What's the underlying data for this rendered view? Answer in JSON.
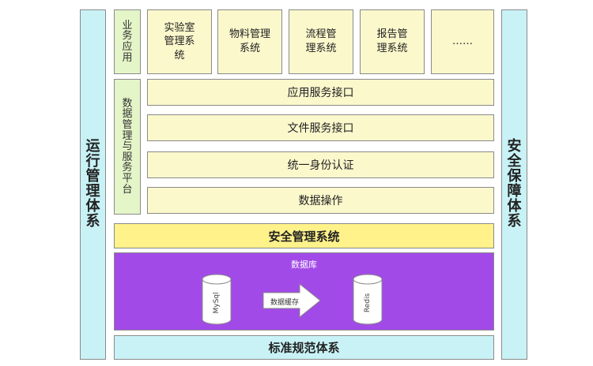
{
  "left_column": {
    "label": "运行管理体系",
    "chars": [
      "运",
      "行",
      "管",
      "理",
      "体",
      "系"
    ]
  },
  "right_column": {
    "label": "安全保障体系",
    "chars": [
      "安",
      "全",
      "保",
      "障",
      "体",
      "系"
    ]
  },
  "business_apps": {
    "label_chars": [
      "业",
      "务",
      "应",
      "用"
    ],
    "items": [
      {
        "lines": [
          "实验室",
          "管理系",
          "统"
        ]
      },
      {
        "lines": [
          "物料管理",
          "系统"
        ]
      },
      {
        "lines": [
          "流程管",
          "理系统"
        ]
      },
      {
        "lines": [
          "报告管",
          "理系统"
        ]
      },
      {
        "lines": [
          "……"
        ]
      }
    ]
  },
  "data_platform": {
    "label_chars": [
      "数",
      "据",
      "管",
      "理",
      "与",
      "服",
      "务",
      "平",
      "台"
    ],
    "layers": [
      "应用服务接口",
      "文件服务接口",
      "统一身份认证",
      "数据操作"
    ]
  },
  "security_system": {
    "label": "安全管理系统"
  },
  "database": {
    "title": "数据库",
    "left_store": "MySql",
    "right_store": "Redis",
    "arrow_label": "数据缓存"
  },
  "standards": {
    "label": "标准规范体系"
  }
}
